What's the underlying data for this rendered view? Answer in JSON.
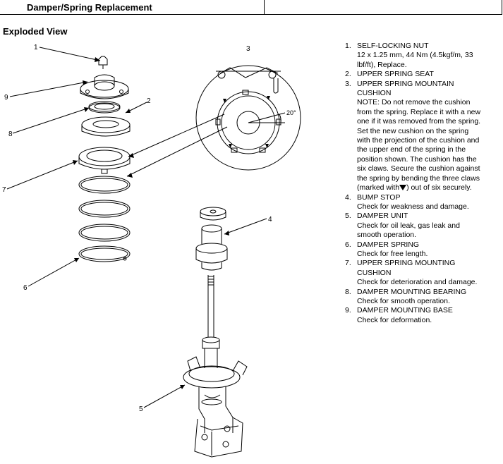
{
  "header": {
    "title": "Damper/Spring Replacement"
  },
  "section": {
    "title": "Exploded View"
  },
  "diagram": {
    "callouts": [
      "1",
      "2",
      "3",
      "4",
      "5",
      "6",
      "7",
      "8",
      "9"
    ],
    "angle_label": "20°"
  },
  "legend": [
    {
      "num": "1.",
      "title": "SELF-LOCKING NUT",
      "lines": [
        "12 x 1.25 mm, 44 Nm (4.5kgf/m, 33",
        "lbf/ft), Replace."
      ]
    },
    {
      "num": "2.",
      "title": "UPPER SPRING SEAT",
      "lines": []
    },
    {
      "num": "3.",
      "title": "UPPER SPRING MOUNTAIN",
      "lines": [
        "CUSHION",
        "NOTE: Do not remove the cushion",
        "from the spring. Replace it with a new",
        "one if it was removed from the spring.",
        "Set the new cushion on the spring",
        "with the projection of the cushion and",
        "the upper end of the spring in the",
        "position shown. The cushion has the",
        "six claws. Secure the cushion against",
        "the spring by bending the three claws"
      ],
      "note_tail_pre": "(marked with",
      "note_tail_post": ") out of six securely."
    },
    {
      "num": "4.",
      "title": "BUMP STOP",
      "lines": [
        "Check for weakness and damage."
      ]
    },
    {
      "num": "5.",
      "title": "DAMPER UNIT",
      "lines": [
        "Check for oil leak, gas leak and",
        "smooth operation."
      ]
    },
    {
      "num": "6.",
      "title": "DAMPER SPRING",
      "lines": [
        "Check for free length."
      ]
    },
    {
      "num": "7.",
      "title": "UPPER SPRING MOUNTING",
      "lines": [
        "CUSHION",
        "Check for deterioration and damage."
      ]
    },
    {
      "num": "8.",
      "title": "DAMPER MOUNTING BEARING",
      "lines": [
        "Check for smooth operation."
      ]
    },
    {
      "num": "9.",
      "title": "DAMPER MOUNTING BASE",
      "lines": [
        "Check for deformation."
      ]
    }
  ]
}
